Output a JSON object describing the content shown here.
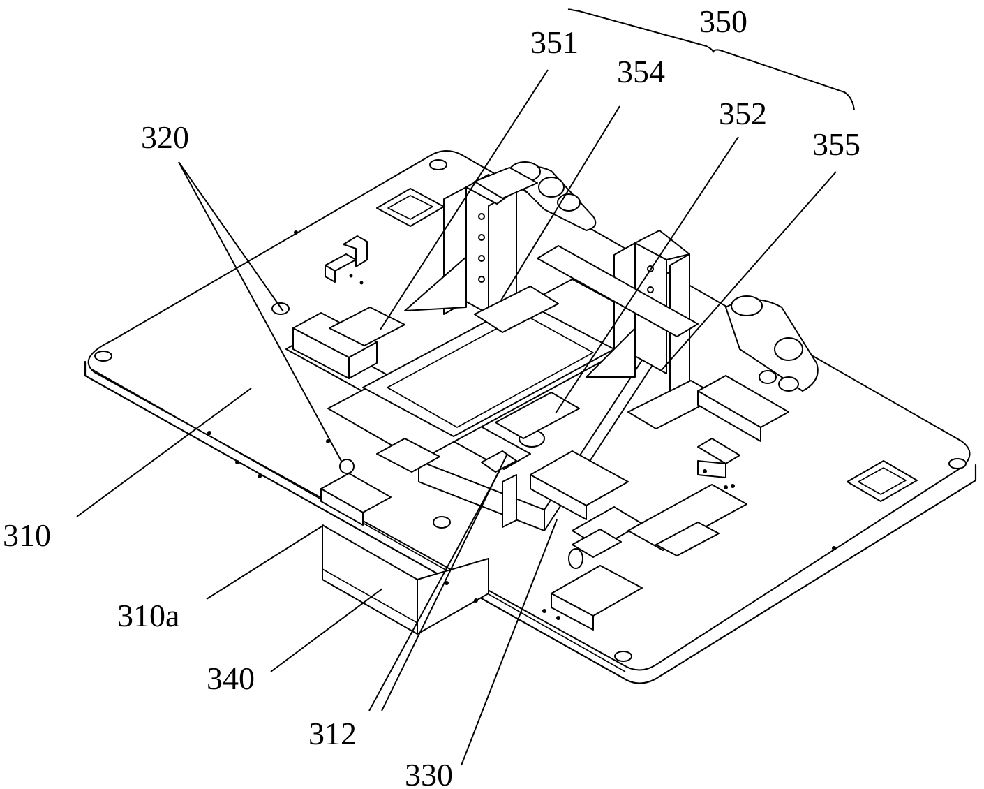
{
  "figure": {
    "labels": {
      "l350": "350",
      "l351": "351",
      "l354": "354",
      "l352": "352",
      "l355": "355",
      "l320": "320",
      "l310": "310",
      "l310a": "310a",
      "l340": "340",
      "l312": "312",
      "l330": "330"
    }
  }
}
